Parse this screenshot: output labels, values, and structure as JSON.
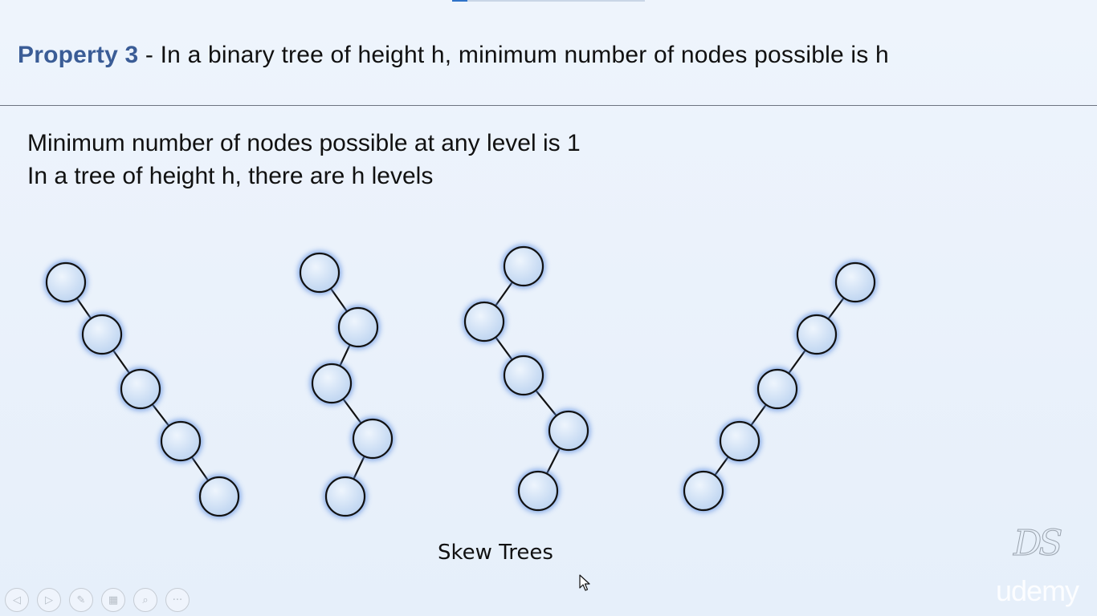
{
  "slide": {
    "progress_fraction": 0.08,
    "title_accent": "Property 3",
    "title_rest": " - In a binary tree of height h, minimum number of nodes possible is h",
    "lines": [
      "Minimum number of nodes possible at any level is 1",
      "In a tree of height h, there are h levels"
    ],
    "caption": "Skew Trees",
    "watermark_logo": "DS",
    "watermark_brand": "udemy",
    "colors": {
      "title_accent": "#3a5c96",
      "node_fill": "#cfe0f5",
      "node_glow": "#5f8fe0",
      "edge": "#111111"
    }
  },
  "controls": [
    {
      "name": "previous-slide-button",
      "icon": "◁"
    },
    {
      "name": "next-slide-button",
      "icon": "▷"
    },
    {
      "name": "pen-tool-button",
      "icon": "✎"
    },
    {
      "name": "slide-overview-button",
      "icon": "▦"
    },
    {
      "name": "zoom-button",
      "icon": "⌕"
    },
    {
      "name": "more-options-button",
      "icon": "···"
    }
  ]
}
